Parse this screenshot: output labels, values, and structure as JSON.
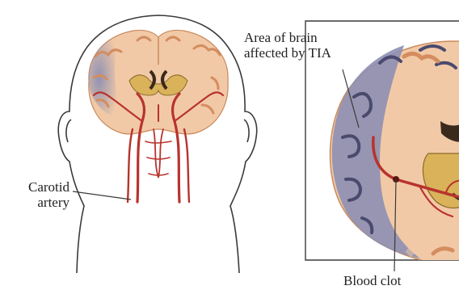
{
  "labels": {
    "tia_line1": "Area of brain",
    "tia_line2": "affected by TIA",
    "carotid_line1": "Carotid",
    "carotid_line2": "artery",
    "blood_clot": "Blood clot"
  },
  "colors": {
    "outline": "#3a3a3a",
    "brain_tissue": "#f2c9a6",
    "gyri": "#e6a57a",
    "affected_area": "#8d8fb3",
    "artery": "#b8332d",
    "ventricle": "#3a2a1c"
  }
}
